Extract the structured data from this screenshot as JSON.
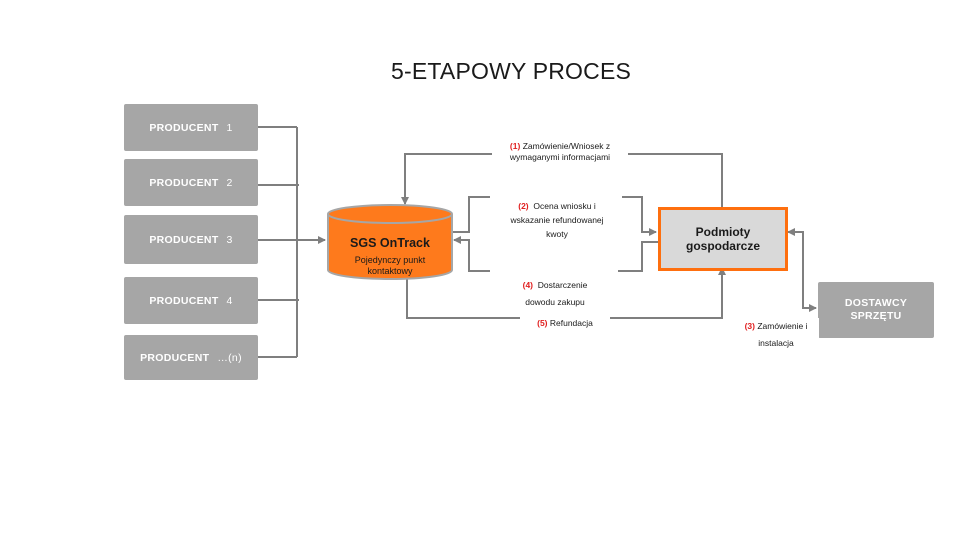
{
  "title": "5-ETAPOWY PROCES",
  "producers": [
    {
      "label": "PRODUCENT",
      "num": "1"
    },
    {
      "label": "PRODUCENT",
      "num": "2"
    },
    {
      "label": "PRODUCENT",
      "num": "3"
    },
    {
      "label": "PRODUCENT",
      "num": "4"
    },
    {
      "label": "PRODUCENT",
      "num": "…(n)"
    }
  ],
  "hub": {
    "title": "SGS OnTrack",
    "subtitle_line1": "Pojedynczy punkt",
    "subtitle_line2": "kontaktowy"
  },
  "business": {
    "line1": "Podmioty",
    "line2": "gospodarcze"
  },
  "suppliers": {
    "line1": "DOSTAWCY",
    "line2": "SPRZĘTU"
  },
  "steps": [
    {
      "num": "(1)",
      "line1": "Zamówienie/Wniosek z",
      "line2": "wymaganymi informacjami"
    },
    {
      "num": "(2)",
      "line1": "Ocena wniosku i",
      "line2": "wskazanie refundowanej",
      "line3": "kwoty"
    },
    {
      "num": "(3)",
      "line1": "Zamówienie i",
      "line2": "instalacja"
    },
    {
      "num": "(4)",
      "line1": "Dostarczenie",
      "line2": "dowodu zakupu"
    },
    {
      "num": "(5)",
      "line1": "Refundacja"
    }
  ],
  "colors": {
    "accent_orange": "#fe6f0f",
    "box_gray": "#a6a6a6",
    "business_fill": "#d9d9d9",
    "line_gray": "#7f7f7f",
    "step_number_red": "#e02020"
  }
}
